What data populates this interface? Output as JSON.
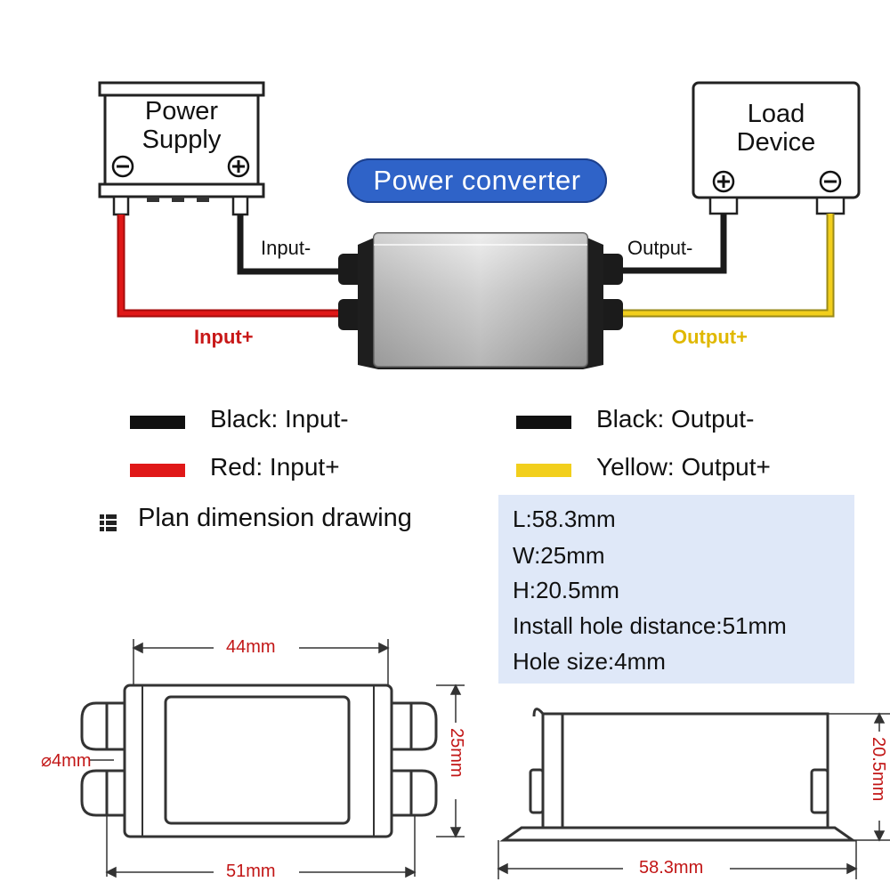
{
  "wiring": {
    "power_supply": {
      "title_line1": "Power",
      "title_line2": "Supply"
    },
    "load_device": {
      "title_line1": "Load",
      "title_line2": "Device"
    },
    "converter_label": "Power converter",
    "wire_labels": {
      "input_neg": "Input-",
      "input_pos": "Input+",
      "output_neg": "Output-",
      "output_pos": "Output+"
    }
  },
  "legend": {
    "items": [
      {
        "text": "Black: Input-",
        "color": "#111111"
      },
      {
        "text": "Red: Input+",
        "color": "#e01818"
      },
      {
        "text": "Black: Output-",
        "color": "#111111"
      },
      {
        "text": "Yellow: Output+",
        "color": "#f2cf1c"
      }
    ]
  },
  "plan": {
    "title": "Plan dimension drawing"
  },
  "specs": {
    "lines": [
      "L:58.3mm",
      "W:25mm",
      "H:20.5mm",
      "Install hole distance:51mm",
      "Hole size:4mm"
    ]
  },
  "dimensions": {
    "top_width": "44mm",
    "hole_diameter": "⌀4mm",
    "side_height": "25mm",
    "bottom_width": "51mm",
    "side_view_height": "20.5mm",
    "side_view_length": "58.3mm"
  },
  "colors": {
    "red_wire": "#e01818",
    "black_wire": "#1a1a1a",
    "yellow_wire": "#f2cf1c",
    "label_blue": "#2f63c8",
    "dimension_red": "#c21616",
    "panel_bg": "#dfe8f8"
  }
}
